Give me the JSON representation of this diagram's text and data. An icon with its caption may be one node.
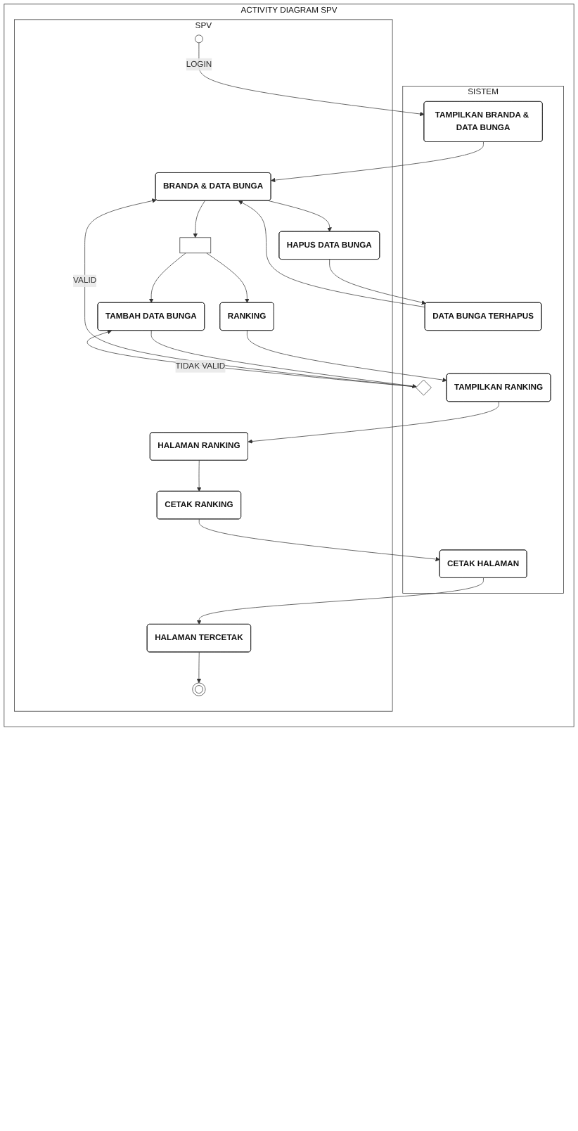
{
  "diagram": {
    "nodes": [
      {
        "text": [
          "ACTIVITY DIAGRAM SPV"
        ]
      },
      {
        "text": [
          "SPV"
        ],
        "in": 0
      },
      {
        "text": [
          "SISTEM"
        ],
        "in": 0
      },
      {
        "text": [],
        "shape": "circle",
        "in": 1
      },
      {
        "text": [
          "TAMPILKAN BRANDA & DATA BUNGA"
        ],
        "in": 2
      },
      {
        "text": [
          "BRANDA & DATA BUNGA"
        ],
        "in": 1
      },
      {
        "text": [],
        "shape": "bar",
        "in": 1
      },
      {
        "text": [
          "TAMBAH DATA BUNGA"
        ],
        "in": 1
      },
      {
        "text": [],
        "shape": "diamond",
        "in": 2
      },
      {
        "text": [
          "HAPUS DATA BUNGA"
        ],
        "in": 1
      },
      {
        "text": [
          "DATA BUNGA TERHAPUS"
        ],
        "in": 2
      },
      {
        "text": [
          "RANKING"
        ],
        "in": 1
      },
      {
        "text": [
          "TAMPILKAN RANKING"
        ],
        "in": 2
      },
      {
        "text": [
          "HALAMAN RANKING"
        ],
        "in": 1
      },
      {
        "text": [
          "CETAK RANKING"
        ],
        "in": 1
      },
      {
        "text": [
          "CETAK HALAMAN"
        ],
        "in": 2
      },
      {
        "text": [
          "HALAMAN TERCETAK"
        ],
        "in": 1
      },
      {
        "text": [],
        "shape": "circle",
        "in": 1
      }
    ],
    "edges": [
      {
        "from": 3,
        "to": 4,
        "arrow": "to",
        "label": "LOGIN"
      },
      {
        "from": 4,
        "to": 5,
        "arrow": "to"
      },
      {
        "from": 10,
        "to": 5,
        "arrow": "to"
      },
      {
        "from": 8,
        "to": 5,
        "arrow": "to",
        "label": "VALID"
      },
      {
        "from": 5,
        "to": 6,
        "arrow": "to"
      },
      {
        "from": 6,
        "to": 7,
        "arrow": "to"
      },
      {
        "from": 6,
        "to": 11,
        "arrow": "to"
      },
      {
        "from": 5,
        "to": 9,
        "arrow": "to"
      },
      {
        "from": 7,
        "to": 8,
        "arrow": "to"
      },
      {
        "from": 8,
        "to": 7,
        "arrow": "to",
        "label": "TIDAK VALID"
      },
      {
        "from": 9,
        "to": 10,
        "arrow": "to"
      },
      {
        "from": 11,
        "to": 12,
        "arrow": "to"
      },
      {
        "from": 12,
        "to": 13,
        "arrow": "to"
      },
      {
        "from": 13,
        "to": 14,
        "arrow": "to"
      },
      {
        "from": 14,
        "to": 15,
        "arrow": "to"
      },
      {
        "from": 15,
        "to": 16,
        "arrow": "to"
      },
      {
        "from": 16,
        "to": 17,
        "arrow": "to"
      }
    ]
  }
}
